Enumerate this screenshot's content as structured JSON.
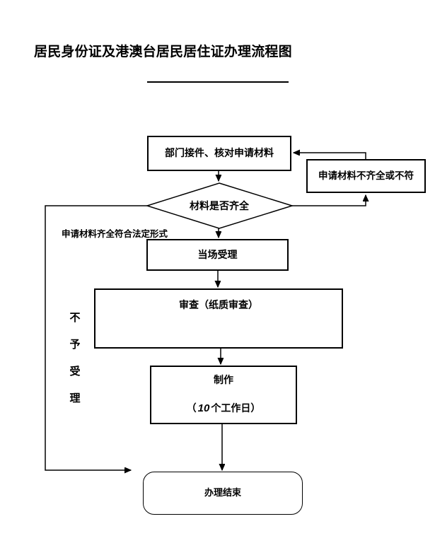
{
  "page_title": "居民身份证及港澳台居民居住证办理流程图",
  "colors": {
    "ink": "#000000",
    "paper": "#ffffff"
  },
  "flow": {
    "receive": "部门接件、核对申请材料",
    "incomplete": "申请材料不齐全或不符",
    "decision": "材料是否齐全",
    "qualified_label": "申请材料齐全符合法定形式",
    "reject_label": "不予受理",
    "accept": "当场受理",
    "review": "审查（纸质审查）",
    "make_label": "制作",
    "make_duration_open": "（",
    "make_duration_days": "10",
    "make_duration_close": "个工作日）",
    "end": "办理结束"
  }
}
